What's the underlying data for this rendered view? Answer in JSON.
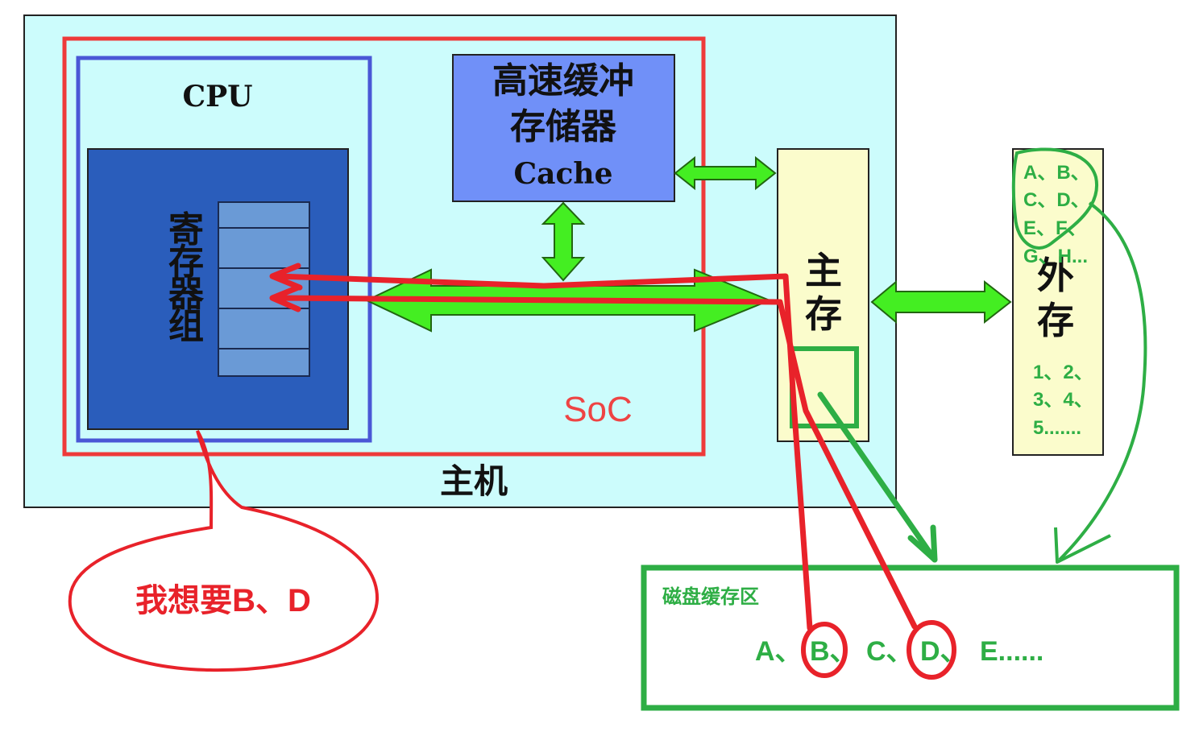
{
  "host": {
    "label": "主机"
  },
  "soc": {
    "label": "SoC"
  },
  "cpu": {
    "label": "CPU"
  },
  "registers": {
    "label": "寄存器组"
  },
  "cache": {
    "line1": "高速缓冲",
    "line2": "存储器",
    "line3": "Cache"
  },
  "main_memory": {
    "label": "主存"
  },
  "external_storage": {
    "label": "外存",
    "letters": [
      "A、B、",
      "C、D、",
      "E、F、",
      "G、H..."
    ],
    "numbers": [
      "1、2、",
      "3、4、",
      "5......."
    ]
  },
  "disk_buffer": {
    "title": "磁盘缓存区",
    "items": [
      "A、",
      "B、",
      "C、",
      "D、",
      "E......"
    ]
  },
  "speech_bubble": {
    "text": "我想要B、D"
  },
  "colors": {
    "host_fill": "#ccfcfc",
    "soc_border": "#ee3a3a",
    "cpu_border": "#4a57d6",
    "register_fill": "#2a5dbb",
    "register_cells": "#6a9ad6",
    "cache_fill": "#7090f8",
    "main_memory_fill": "#fbfccc",
    "bus_arrow": "#44ee22",
    "annotation_red": "#e8222a",
    "annotation_green": "#2eae45"
  }
}
